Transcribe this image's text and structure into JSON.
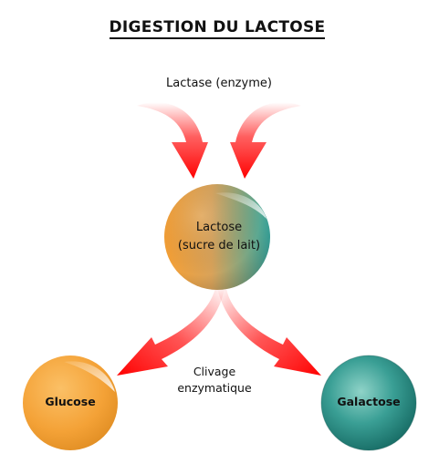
{
  "title": "DIGESTION DU LACTOSE",
  "enzyme_label": "Lactase (enzyme)",
  "lactose": {
    "line1": "Lactose",
    "line2": "(sucre de lait)"
  },
  "cleavage": {
    "line1": "Clivage",
    "line2": "enzymatique"
  },
  "glucose": "Glucose",
  "galactose": "Galactose",
  "colors": {
    "arrow_red": "#ff1a1a",
    "lactose_orange": "#f2a03a",
    "lactose_teal": "#4db0a2",
    "glucose_orange": "#f4a540",
    "galactose_teal": "#1e8a80"
  }
}
